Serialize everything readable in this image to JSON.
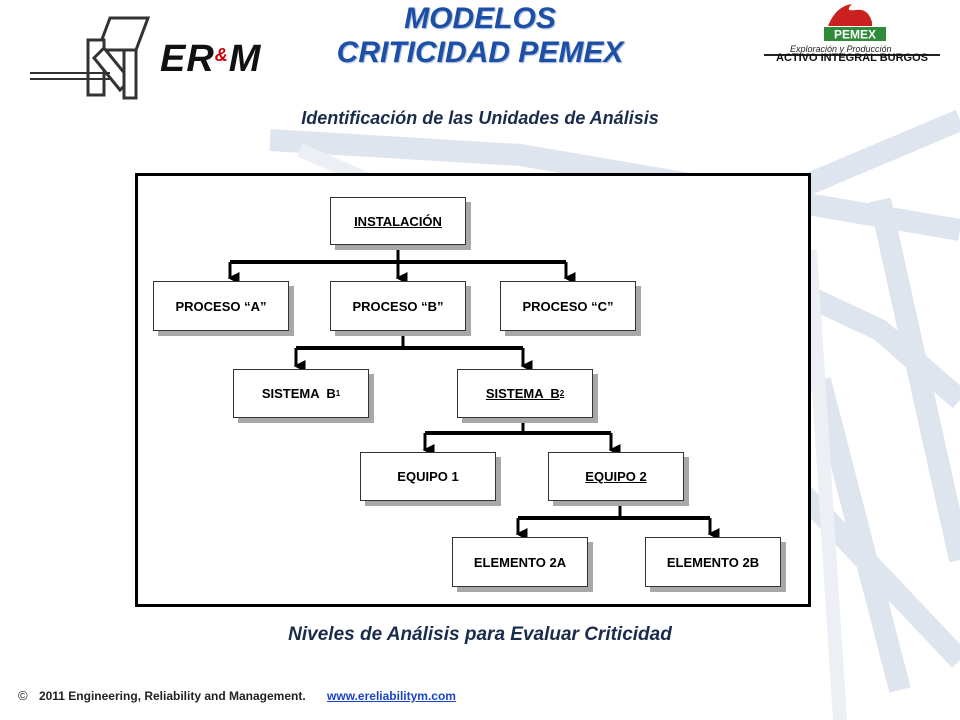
{
  "header": {
    "title_line1": "MODELOS",
    "title_line2": "CRITICIDAD PEMEX",
    "left_logo_text": "ER",
    "left_logo_amp": "&",
    "left_logo_text2": "M",
    "right_logo_text": "PEMEX",
    "right_logo_subtitle": "Exploración y Producción",
    "right_logo_unit": "ACTIVO INTEGRAL BURGOS"
  },
  "subtitle": "Identificación de las Unidades de Análisis",
  "diagram": {
    "root": "INSTALACIÓN",
    "processes": [
      "PROCESO “A”",
      "PROCESO “B”",
      "PROCESO “C”"
    ],
    "systems": [
      {
        "label": "SISTEMA  B",
        "sub": "1"
      },
      {
        "label": "SISTEMA  B",
        "sub": "2"
      }
    ],
    "equipment": [
      "EQUIPO 1",
      "EQUIPO 2"
    ],
    "elements": [
      "ELEMENTO 2A",
      "ELEMENTO 2B"
    ]
  },
  "caption": "Niveles de Análisis para Evaluar Criticidad",
  "footer": {
    "copyright_symbol": "©",
    "text": "2011 Engineering, Reliability and Management.",
    "link": "www.ereliabilitym.com"
  },
  "colors": {
    "title": "#1d4fa6",
    "subtitle": "#1a2c4c",
    "pemex_red": "#cc1f1f",
    "pemex_green": "#2e8b3a",
    "link": "#1a44c8"
  }
}
